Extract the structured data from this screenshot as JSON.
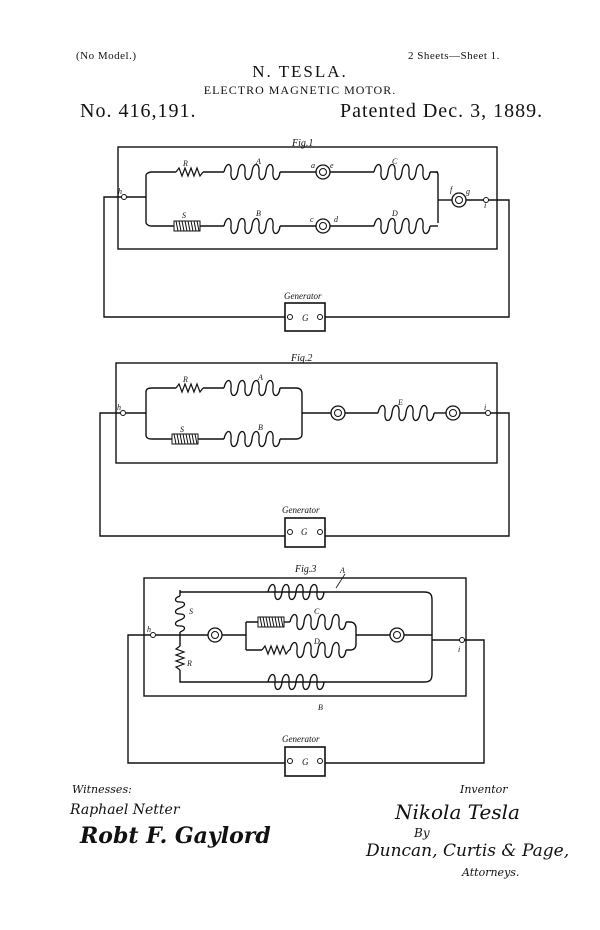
{
  "header": {
    "model": "(No Model.)",
    "sheets": "2 Sheets—Sheet 1.",
    "inventor_name": "N. TESLA.",
    "invention_title": "ELECTRO MAGNETIC MOTOR.",
    "patent_number": "No. 416,191.",
    "patent_date": "Patented Dec. 3, 1889."
  },
  "figures": [
    {
      "label": "Fig.1",
      "generator_label": "Generator",
      "generator_letter": "G",
      "labels": {
        "R": "R",
        "A": "A",
        "a": "a",
        "e": "e",
        "C": "C",
        "S": "S",
        "B": "B",
        "c": "c",
        "d": "d",
        "D": "D",
        "h": "h",
        "f": "f",
        "g": "g",
        "i": "i"
      }
    },
    {
      "label": "Fig.2",
      "generator_label": "Generator",
      "generator_letter": "G",
      "labels": {
        "R": "R",
        "A": "A",
        "S": "S",
        "B": "B",
        "E": "E",
        "h": "h",
        "i": "i"
      }
    },
    {
      "label": "Fig.3",
      "generator_label": "Generator",
      "generator_letter": "G",
      "labels": {
        "A": "A",
        "S": "S",
        "R": "R",
        "C": "C",
        "D": "D",
        "B": "B",
        "h": "h",
        "i": "i"
      }
    }
  ],
  "footer": {
    "witnesses_label": "Witnesses:",
    "witness_1": "Raphael Netter",
    "witness_2": "Robt F. Gaylord",
    "inventor_label": "Inventor",
    "inventor_signature": "Nikola Tesla",
    "by_label": "By",
    "attorneys_signature": "Duncan, Curtis & Page,",
    "attorneys_label": "Attorneys."
  }
}
